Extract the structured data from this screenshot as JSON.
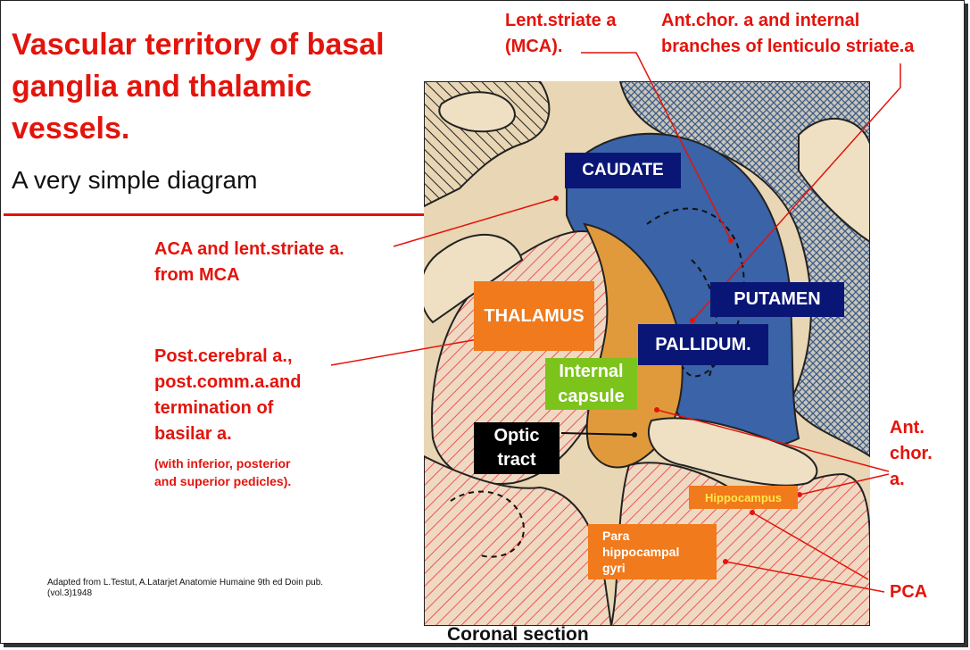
{
  "title": "Vascular territory of basal ganglia and thalamic vessels.",
  "subtitle": "A very simple diagram",
  "credit": "Adapted from L.Testut, A.Latarjet  Anatomie Humaine 9th ed  Doin pub. (vol.3)1948",
  "caption": "Coronal section",
  "annotations": {
    "lent_striate_line1": "Lent.striate a",
    "lent_striate_line2": "(MCA).",
    "ant_chor_internal_line1": "Ant.chor. a and internal",
    "ant_chor_internal_line2": "branches of lenticulo striate.a",
    "aca_line1": "ACA and lent.striate a.",
    "aca_line2": "from MCA",
    "post_cerebral_line1": "Post.cerebral a.,",
    "post_cerebral_line2": "post.comm.a.and",
    "post_cerebral_line3": "termination of",
    "post_cerebral_line4": "basilar a.",
    "pedicles_line1": "(with inferior, posterior",
    "pedicles_line2": "and superior pedicles).",
    "ant_chor_line1": "Ant.",
    "ant_chor_line2": "chor.",
    "ant_chor_line3": "a.",
    "pca": "PCA"
  },
  "structures": {
    "caudate": "CAUDATE",
    "putamen": "PUTAMEN",
    "pallidum": "PALLIDUM.",
    "thalamus": "THALAMUS",
    "internal_capsule_line1": "Internal",
    "internal_capsule_line2": "capsule",
    "optic_tract_line1": "Optic",
    "optic_tract_line2": "tract",
    "hippocampus": "Hippocampus",
    "parahippocampal_line1": "Para",
    "parahippocampal_line2": "hippocampal",
    "parahippocampal_line3": "gyri"
  },
  "colors": {
    "red": "#e3140c",
    "navy": "#0a1676",
    "orange": "#f07a1c",
    "green": "#7cc31c",
    "parchment": "#e8d6b4",
    "blue_region": "#3a63a8",
    "capsule_orange": "#e09a3c"
  }
}
